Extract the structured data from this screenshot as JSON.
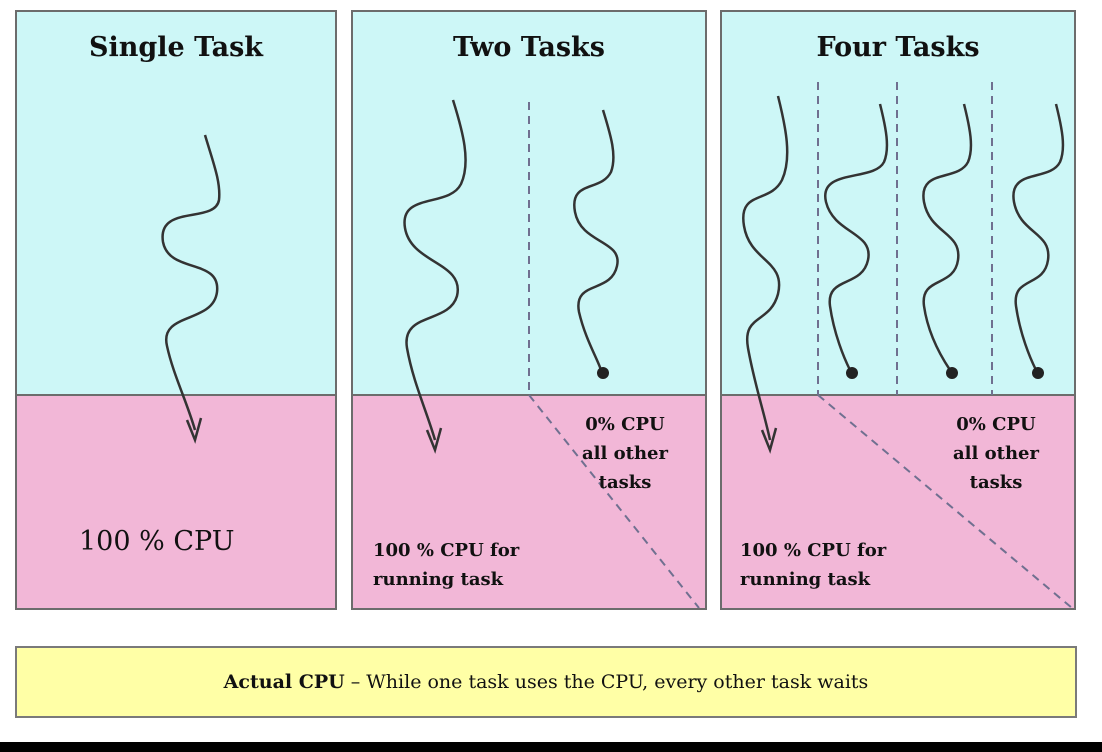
{
  "colors": {
    "running_region": "#cdf7f7",
    "cpu_region": "#f2b7d7",
    "caption_bg": "#ffffa6",
    "line": "#333333",
    "dashed": "#707090"
  },
  "panels": {
    "single": {
      "title": "Single Task",
      "cpu_label": "100 % CPU"
    },
    "two": {
      "title": "Two Tasks",
      "running_line1": "100 % CPU for",
      "running_line2": "running task",
      "waiting_line1": "0% CPU",
      "waiting_line2": "all other",
      "waiting_line3": "tasks"
    },
    "four": {
      "title": "Four Tasks",
      "running_line1": "100 % CPU for",
      "running_line2": "running task",
      "waiting_line1": "0% CPU",
      "waiting_line2": "all other",
      "waiting_line3": "tasks"
    }
  },
  "caption": {
    "bold": "Actual CPU",
    "rest": " – While one task uses the CPU, every other task waits"
  }
}
